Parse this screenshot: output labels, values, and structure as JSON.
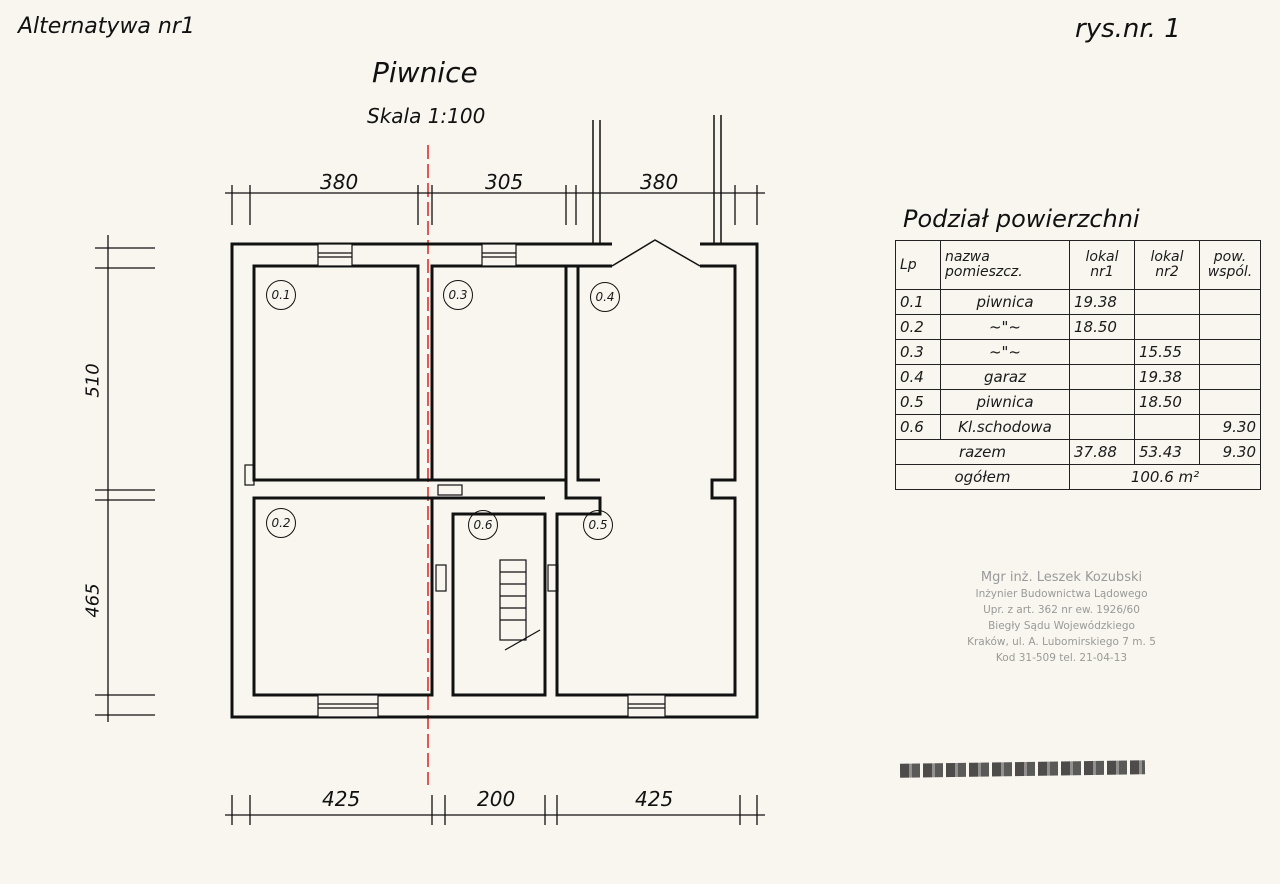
{
  "header": {
    "alternative": "Alternatywa nr1",
    "drawing_no": "rys.nr. 1",
    "title": "Piwnice",
    "scale": "Skala 1:100"
  },
  "dimensions": {
    "top": [
      "380",
      "305",
      "380"
    ],
    "bottom": [
      "425",
      "200",
      "425"
    ],
    "left": [
      "510",
      "465"
    ]
  },
  "rooms": [
    "0.1",
    "0.2",
    "0.3",
    "0.4",
    "0.5",
    "0.6"
  ],
  "table": {
    "title": "Podział powierzchni",
    "headers": [
      "Lp",
      "nazwa pomieszcz.",
      "lokal nr1",
      "lokal nr2",
      "pow. wspól."
    ],
    "rows": [
      [
        "0.1",
        "piwnica",
        "19.38",
        "",
        ""
      ],
      [
        "0.2",
        "~\"~",
        "18.50",
        "",
        ""
      ],
      [
        "0.3",
        "~\"~",
        "",
        "15.55",
        ""
      ],
      [
        "0.4",
        "garaz",
        "",
        "19.38",
        ""
      ],
      [
        "0.5",
        "piwnica",
        "",
        "18.50",
        ""
      ],
      [
        "0.6",
        "Kl.schodowa",
        "",
        "",
        "9.30"
      ]
    ],
    "total": {
      "label": "razem",
      "lokal1": "37.88",
      "lokal2": "53.43",
      "wspol": "9.30"
    },
    "grand_total": {
      "label": "ogółem",
      "value": "100.6 m²"
    }
  },
  "stamp": [
    "Mgr inż. Leszek Kozubski",
    "Inżynier Budownictwa Lądowego",
    "Upr. z art. 362 nr ew. 1926/60",
    "Biegły Sądu Wojewódzkiego",
    "Kraków, ul. A. Lubomirskiego 7 m. 5",
    "Kod 31-509    tel. 21-04-13"
  ]
}
